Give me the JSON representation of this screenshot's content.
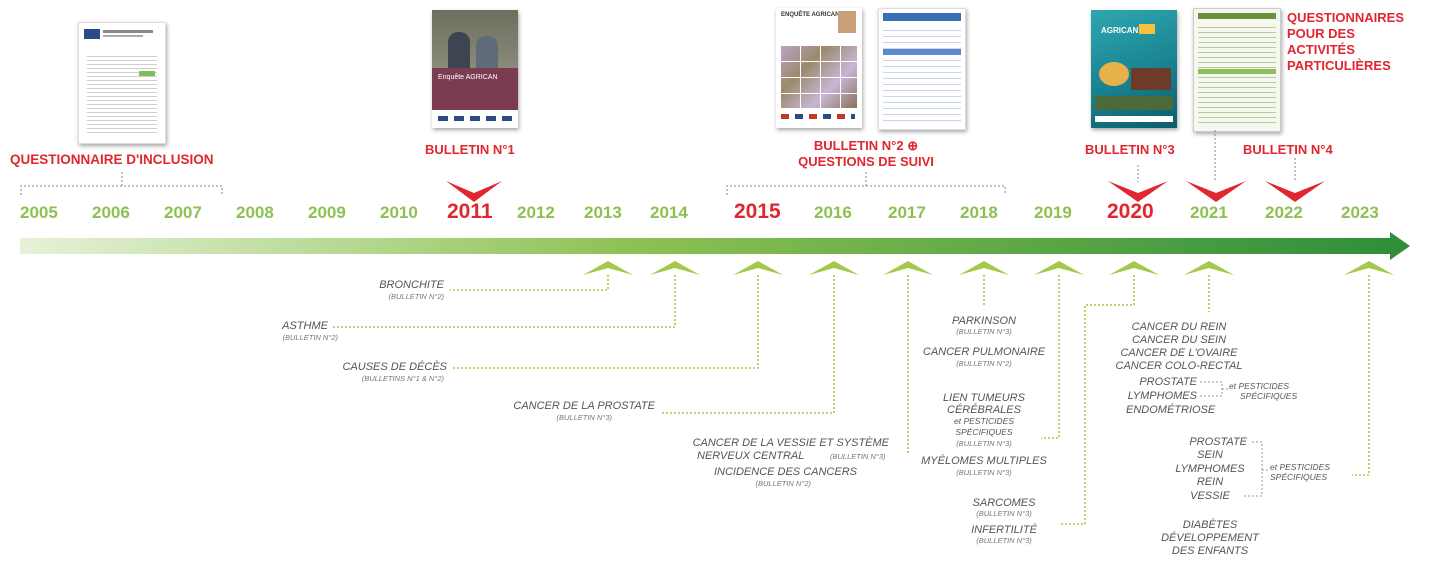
{
  "years": [
    "2005",
    "2006",
    "2007",
    "2008",
    "2009",
    "2010",
    "2011",
    "2012",
    "2013",
    "2014",
    "2015",
    "2016",
    "2017",
    "2018",
    "2019",
    "2020",
    "2021",
    "2022",
    "2023"
  ],
  "highlighted_years": [
    "2011",
    "2015",
    "2020"
  ],
  "colors": {
    "green": "#8cc152",
    "dark_green": "#3e9a3e",
    "red": "#e0262f",
    "gray_text": "#555555",
    "dotted_gray": "#9a9a9a"
  },
  "top_labels": {
    "inclusion": "QUESTIONNAIRE D'INCLUSION",
    "bulletin1": "BULLETIN N°1",
    "bulletin2_line1": "BULLETIN N°2 ⊕",
    "bulletin2_line2": "QUESTIONS DE SUIVI",
    "bulletin3": "BULLETIN N°3",
    "bulletin4": "BULLETIN N°4",
    "questionnaires_line1": "QUESTIONNAIRES",
    "questionnaires_line2": "POUR DES",
    "questionnaires_line3": "ACTIVITÉS",
    "questionnaires_line4": "PARTICULIÈRES"
  },
  "covers": {
    "b1_title": "Enquête AGRICAN",
    "b2_title": "ENQUÊTE AGRICAN",
    "b3_title": "AGRICAN"
  },
  "left_topics": {
    "bronchite": "BRONCHITE",
    "bronchite_sub": "(BULLETIN N°2)",
    "asthme": "ASTHME",
    "asthme_sub": "(BULLETIN N°2)",
    "deces": "CAUSES DE DÉCÈS",
    "deces_sub": "(BULLETINS N°1 & N°2)",
    "prostate": "CANCER DE LA PROSTATE",
    "prostate_sub": "(BULLETIN N°3)",
    "vessie_line1": "CANCER DE LA VESSIE  ET SYSTÈME",
    "vessie_line2": "NERVEUX CENTRAL",
    "vessie_sub": "(BULLETIN N°3)",
    "incidence": "INCIDENCE DES CANCERS",
    "incidence_sub": "(BULLETIN N°2)"
  },
  "mid_topics": {
    "parkinson": "PARKINSON",
    "parkinson_sub": "(BULLETIN N°3)",
    "pulmonaire": "CANCER PULMONAIRE",
    "pulmonaire_sub": "(BULLETIN N°2)",
    "lien_line1": "LIEN TUMEURS",
    "lien_line2": "CÉRÉBRALES",
    "lien_line3": "et PESTICIDES",
    "lien_line4": "SPÉCIFIQUES",
    "lien_sub": "(BULLETIN N°3)",
    "myelomes": "MYÉLOMES MULTIPLES",
    "myelomes_sub": "(BULLETIN N°3)",
    "sarcomes": "SARCOMES",
    "sarcomes_sub": "(BULLETIN N°3)",
    "infertilite": "INFERTILITÉ",
    "infertilite_sub": "(BULLETIN N°3)"
  },
  "right_topics": {
    "rein": "CANCER DU REIN",
    "sein": "CANCER DU SEIN",
    "ovaire": "CANCER DE L'OVAIRE",
    "colo": "CANCER COLO-RECTAL",
    "prostate": "PROSTATE",
    "lymphomes": "LYMPHOMES",
    "endometriose": "ENDOMÉTRIOSE",
    "pesticides1_line1": "et PESTICIDES",
    "pesticides1_line2": "SPÉCIFIQUES",
    "list2_prostate": "PROSTATE",
    "list2_sein": "SEIN",
    "list2_lymphomes": "LYMPHOMES",
    "list2_rein": "REIN",
    "list2_vessie": "VESSIE",
    "pesticides2_line1": "et PESTICIDES",
    "pesticides2_line2": "SPÉCIFIQUES",
    "diabetes_line1": "DIABÈTES",
    "diabetes_line2": "DÉVELOPPEMENT",
    "diabetes_line3": "DES ENFANTS"
  }
}
